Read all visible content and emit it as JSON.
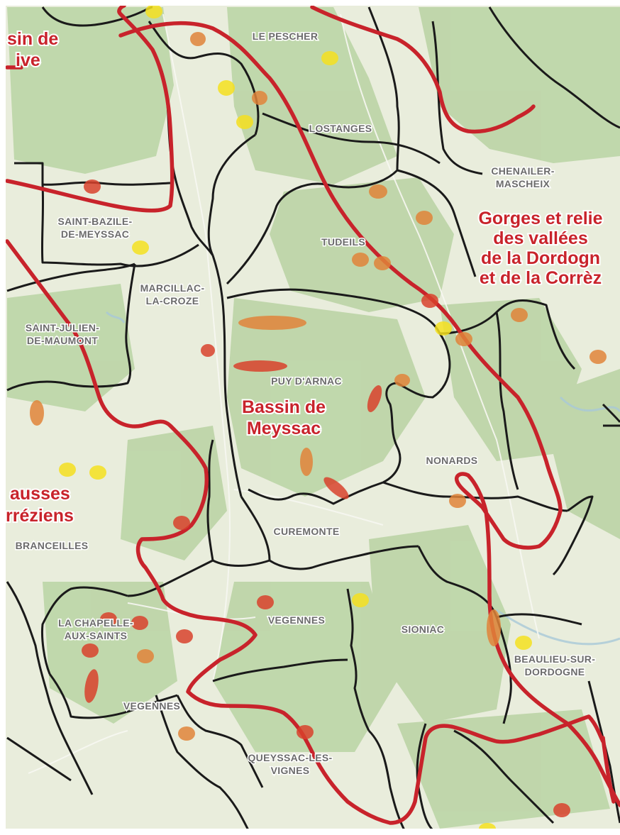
{
  "map": {
    "colors": {
      "terrain": "#e9eddc",
      "forest": "#b9d3a3",
      "road": "#f0f0f0",
      "commune_border": "#1a1a1a",
      "zone_border": "#c8232b",
      "label_gray": "#6b6b6b",
      "marker_yellow": "#f5e020",
      "marker_orange": "#e0843a",
      "marker_red": "#d9412c"
    },
    "region_labels": [
      {
        "id": "bassin-de-brive",
        "lines": [
          "sin de",
          "ive"
        ]
      },
      {
        "id": "gorges",
        "lines": [
          "Gorges et relie",
          "des vallées",
          "de la Dordogn",
          "et de la Corrèz"
        ]
      },
      {
        "id": "bassin-de-meyssac",
        "lines": [
          "Bassin de",
          "Meyssac"
        ]
      },
      {
        "id": "causses",
        "lines": [
          "ausses",
          "rréziens"
        ]
      }
    ],
    "commune_labels": [
      {
        "id": "le-pescher",
        "lines": [
          "LE PESCHER"
        ]
      },
      {
        "id": "lostanges",
        "lines": [
          "LOSTANGES"
        ]
      },
      {
        "id": "chenailler-mascheix",
        "lines": [
          "CHENAILER-",
          "MASCHEIX"
        ]
      },
      {
        "id": "saint-bazile-de-meyssac",
        "lines": [
          "SAINT-BAZILE-",
          "DE-MEYSSAC"
        ]
      },
      {
        "id": "tudeils",
        "lines": [
          "TUDEILS"
        ]
      },
      {
        "id": "marcillac-la-croze",
        "lines": [
          "MARCILLAC-",
          "LA-CROZE"
        ]
      },
      {
        "id": "saint-julien-de-maumont",
        "lines": [
          "SAINT-JULIEN-",
          "DE-MAUMONT"
        ]
      },
      {
        "id": "puy-d-arnac",
        "lines": [
          "PUY D'ARNAC"
        ]
      },
      {
        "id": "nonards",
        "lines": [
          "NONARDS"
        ]
      },
      {
        "id": "curemonte",
        "lines": [
          "CUREMONTE"
        ]
      },
      {
        "id": "branceilles",
        "lines": [
          "BRANCEILLES"
        ]
      },
      {
        "id": "la-chapelle-aux-saints",
        "lines": [
          "LA CHAPELLE-",
          "AUX-SAINTS"
        ]
      },
      {
        "id": "vegennes-north",
        "lines": [
          "VEGENNES"
        ]
      },
      {
        "id": "sioniac",
        "lines": [
          "SIONIAC"
        ]
      },
      {
        "id": "beaulieu-sur-dordogne",
        "lines": [
          "BEAULIEU-SUR-",
          "DORDOGNE"
        ]
      },
      {
        "id": "vegennes-south",
        "lines": [
          "VEGENNES"
        ]
      },
      {
        "id": "queyssac-les-vignes",
        "lines": [
          "QUEYSSAC-LES-",
          "VIGNES"
        ]
      }
    ]
  }
}
